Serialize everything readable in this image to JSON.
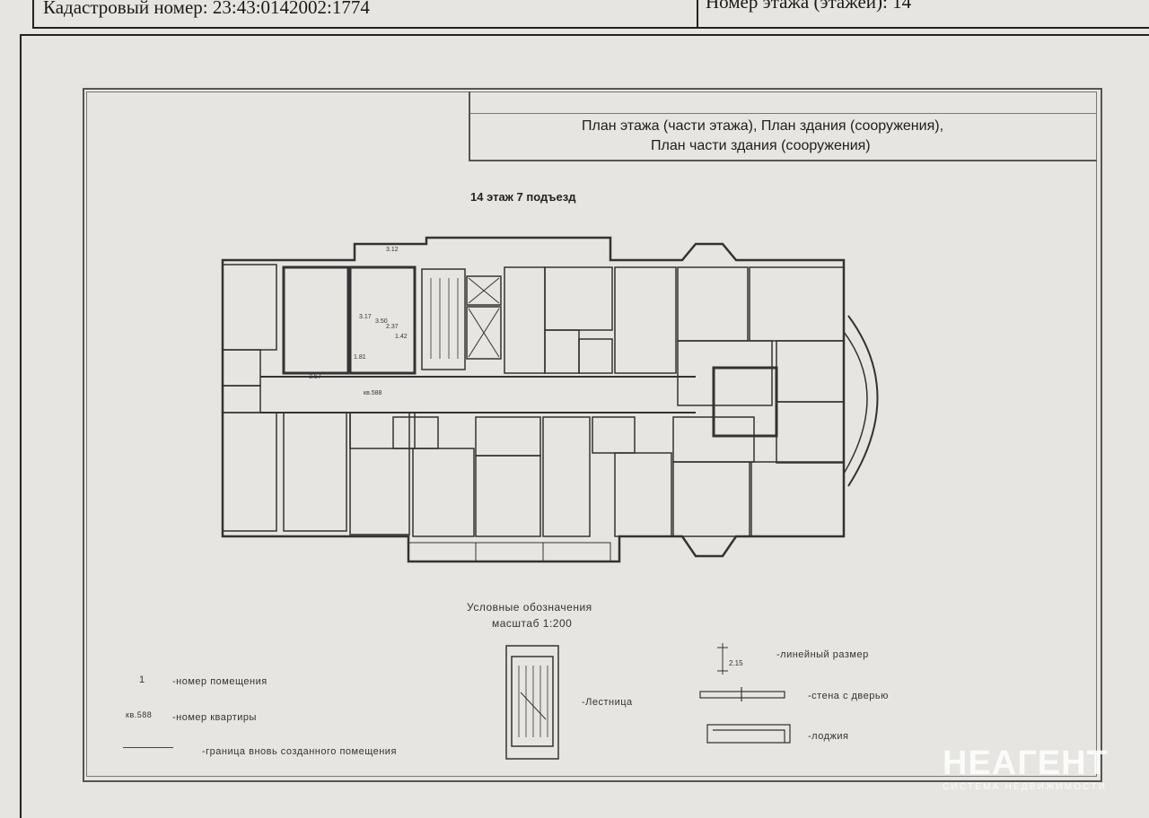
{
  "header": {
    "cadastral_label": "Кадастровый номер: 23:43:0142002:1774",
    "floor_label": "Номер этажа (этажей): 14"
  },
  "title": {
    "line1": "План  этажа (части этажа), План здания (сооружения),",
    "line2": "План части здания (сооружения)"
  },
  "floor_caption": "14 этаж 7 подъезд",
  "room_labels": {
    "r1": "3.12",
    "r2": "3.17",
    "r3": "3.50",
    "r4": "2.37",
    "r5": "1.42",
    "r6": "3.57",
    "r7": "1.81",
    "flat": "кв.588"
  },
  "legend": {
    "title": "Условные обозначения",
    "scale": "масштаб 1:200",
    "room_num_symbol": "1",
    "room_num": "-номер помещения",
    "flat_num_symbol": "кв.588",
    "flat_num": "-номер квартиры",
    "boundary": "-граница вновь созданного помещения",
    "stairs": "-Лестница",
    "linear_dim_value": "2.15",
    "linear_dim": "-линейный размер",
    "wall_door": "-стена с дверью",
    "loggia": "-лоджия"
  },
  "watermark": {
    "brand": "НЕАГЕНТ",
    "sub": "СИСТЕМА НЕДВИЖИМОСТИ"
  }
}
